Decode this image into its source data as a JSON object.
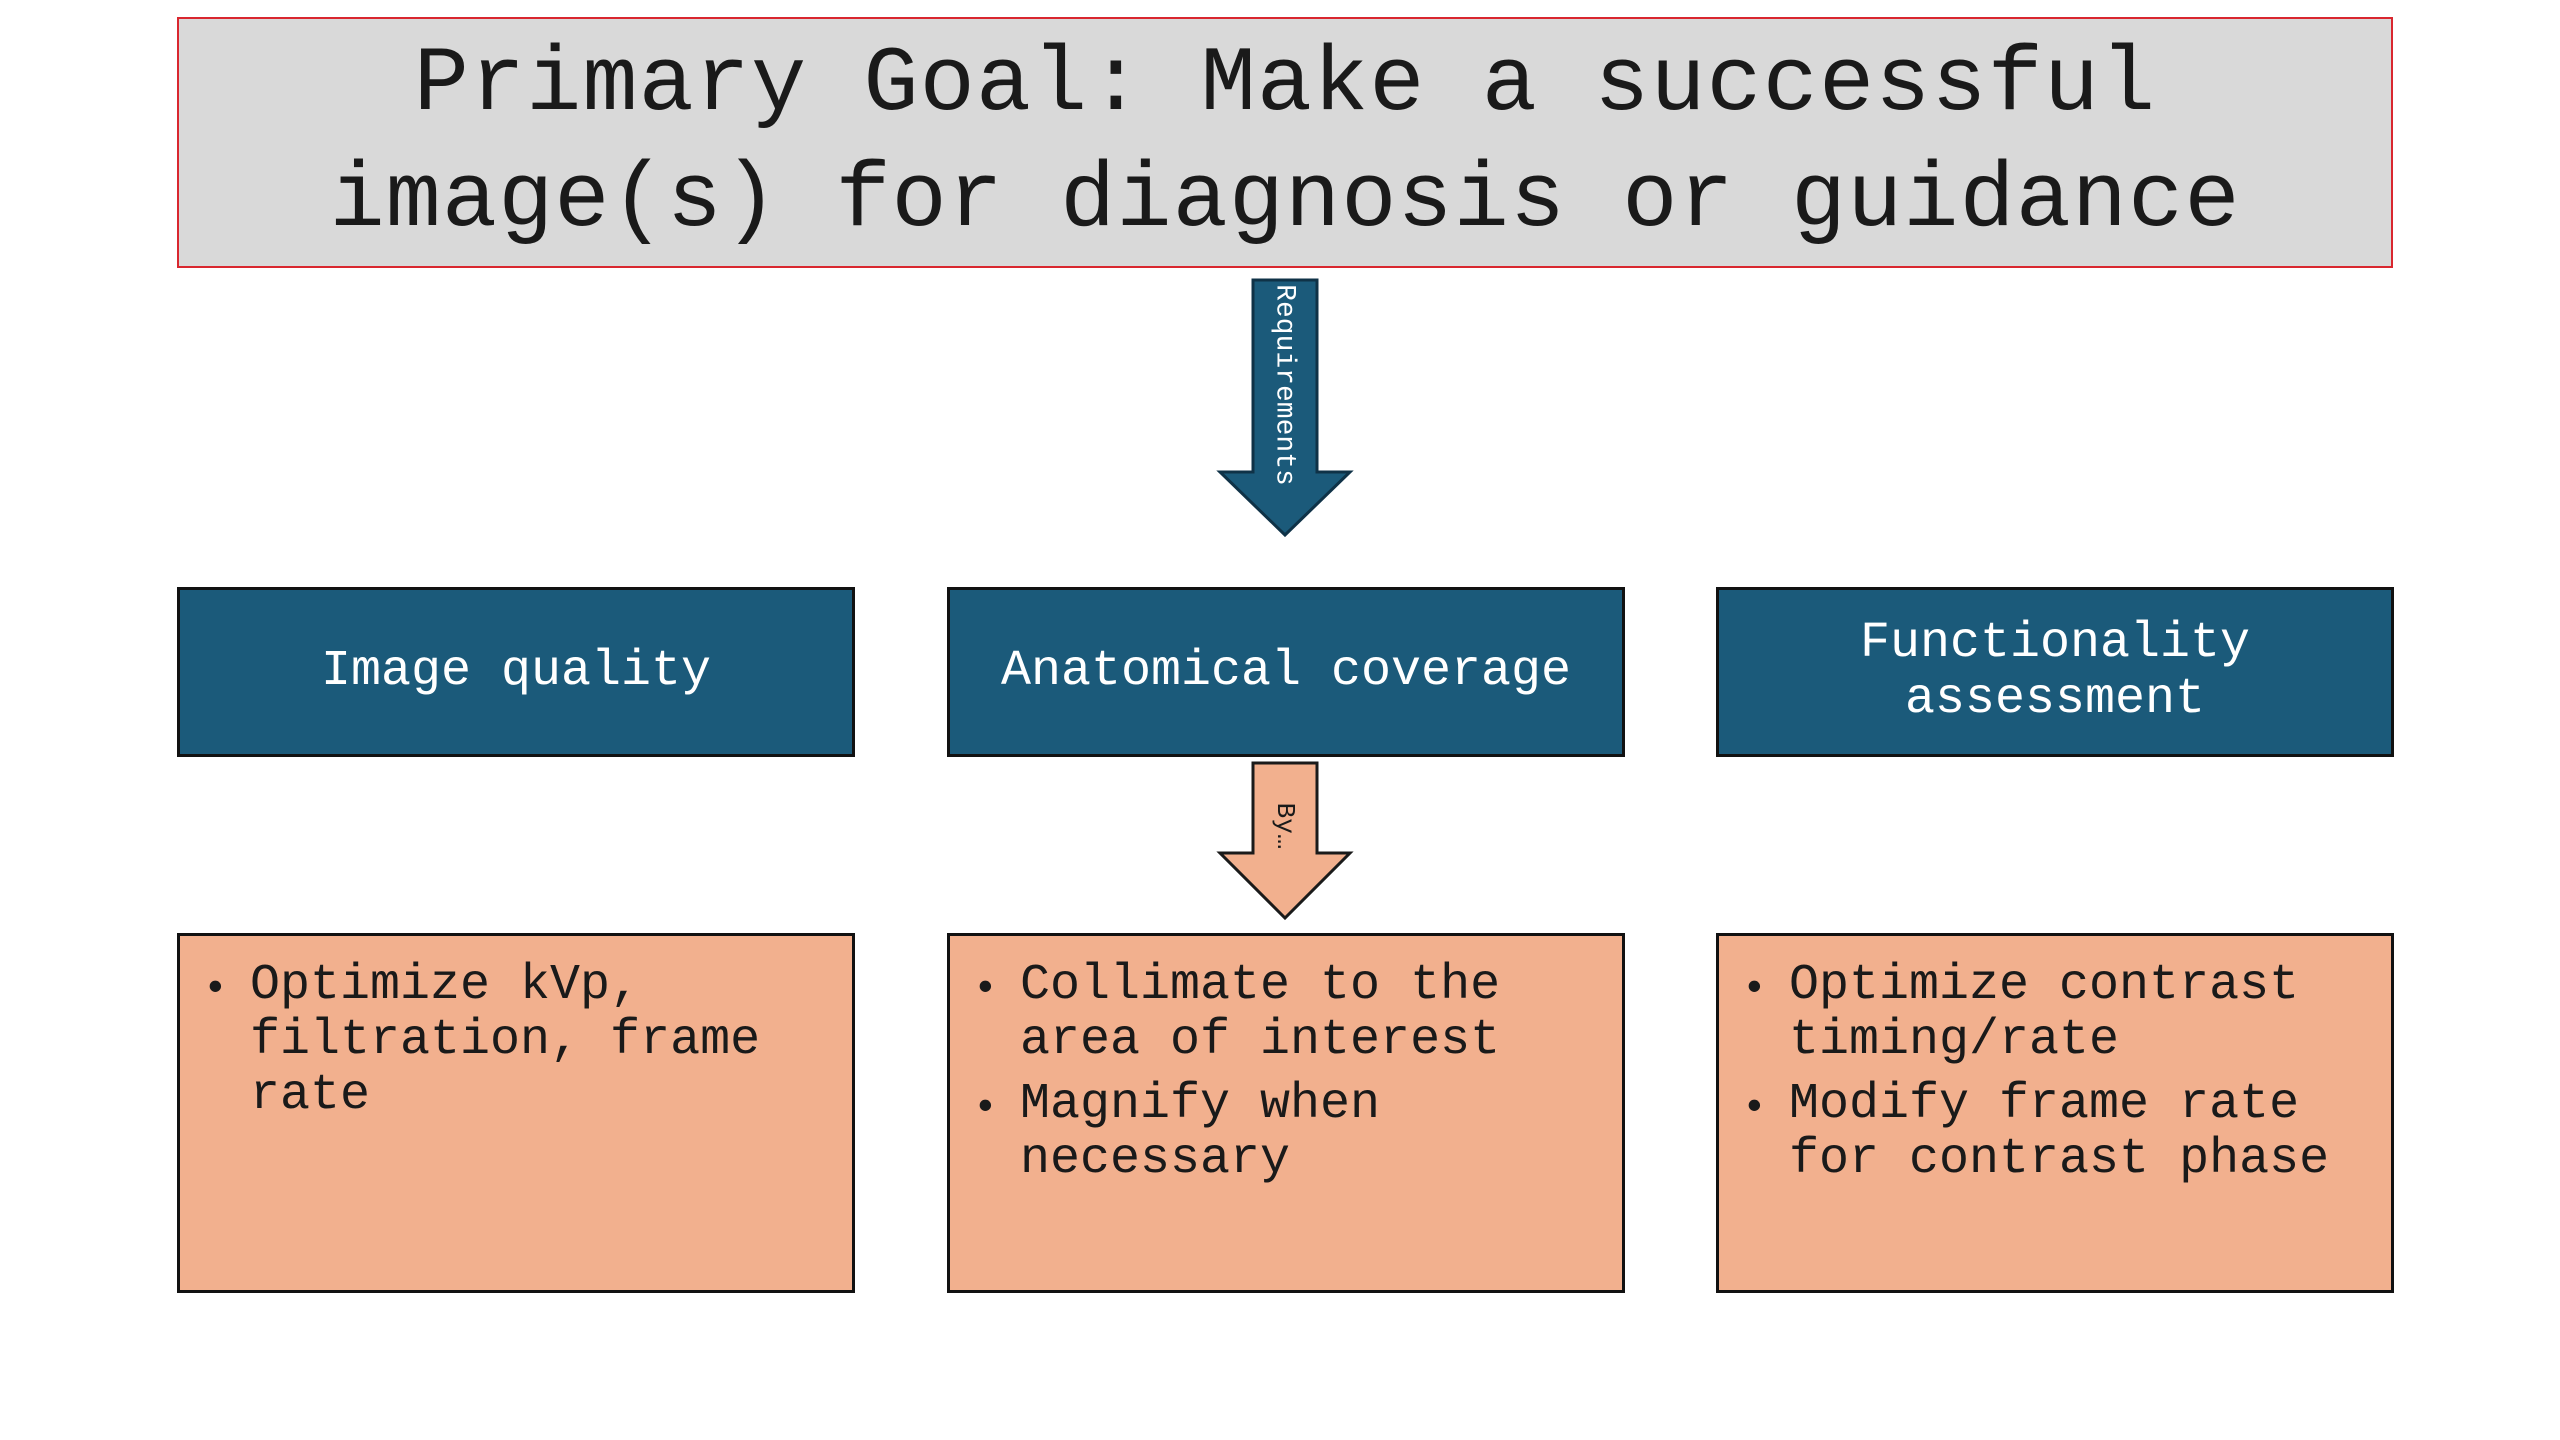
{
  "goal": {
    "text": "Primary Goal: Make a successful\nimage(s) for diagnosis or guidance"
  },
  "arrows": {
    "top_label": "Requirements",
    "middle_label": "By…",
    "top_color": "#1b5a7a",
    "middle_color": "#f2b08e"
  },
  "headers": [
    {
      "label": "Image quality"
    },
    {
      "label": "Anatomical coverage"
    },
    {
      "label": "Functionality assessment"
    }
  ],
  "details": [
    {
      "items": [
        "Optimize kVp, filtration, frame rate"
      ]
    },
    {
      "items": [
        "Collimate to the area of interest",
        "Magnify when necessary"
      ]
    },
    {
      "items": [
        "Optimize contrast timing/rate",
        "Modify frame rate for contrast phase"
      ]
    }
  ],
  "colors": {
    "goal_bg": "#d9d9d9",
    "goal_border": "#d9272f",
    "header_bg": "#1b5a7a",
    "detail_bg": "#f2b08e"
  }
}
